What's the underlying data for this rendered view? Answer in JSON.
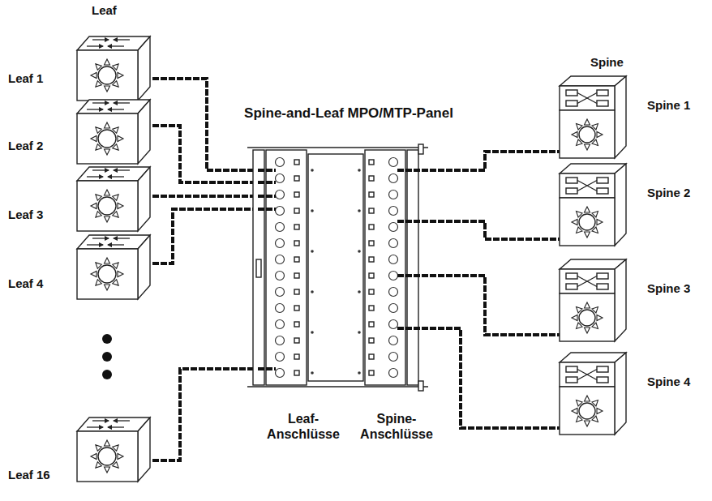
{
  "diagram": {
    "nodes": [
      {
        "text": [
          "Leaf 1"
        ]
      },
      {
        "text": [
          "Leaf 2"
        ]
      },
      {
        "text": [
          "Leaf 3"
        ]
      },
      {
        "text": [
          "Leaf 4"
        ]
      },
      {
        "text": [
          "Leaf 16"
        ]
      },
      {
        "text": [
          "Spine-and-Leaf MPO/MTP-Panel"
        ]
      },
      {
        "text": [
          "Leaf- Anschlüsse"
        ],
        "in": 5
      },
      {
        "text": [
          "Spine- Anschlüsse"
        ],
        "in": 5
      },
      {
        "text": [
          "Spine 1"
        ]
      },
      {
        "text": [
          "Spine 2"
        ]
      },
      {
        "text": [
          "Spine 3"
        ]
      },
      {
        "text": [
          "Spine 4"
        ]
      }
    ],
    "edges": [
      {
        "from": 0,
        "to": 6,
        "arrow": "none"
      },
      {
        "from": 1,
        "to": 6,
        "arrow": "none"
      },
      {
        "from": 2,
        "to": 6,
        "arrow": "none"
      },
      {
        "from": 3,
        "to": 6,
        "arrow": "none"
      },
      {
        "from": 4,
        "to": 6,
        "arrow": "none"
      },
      {
        "from": 7,
        "to": 8,
        "arrow": "none"
      },
      {
        "from": 7,
        "to": 9,
        "arrow": "none"
      },
      {
        "from": 7,
        "to": 10,
        "arrow": "none"
      },
      {
        "from": 7,
        "to": 11,
        "arrow": "none"
      }
    ],
    "labels": [
      "Leaf",
      "Spine"
    ]
  }
}
